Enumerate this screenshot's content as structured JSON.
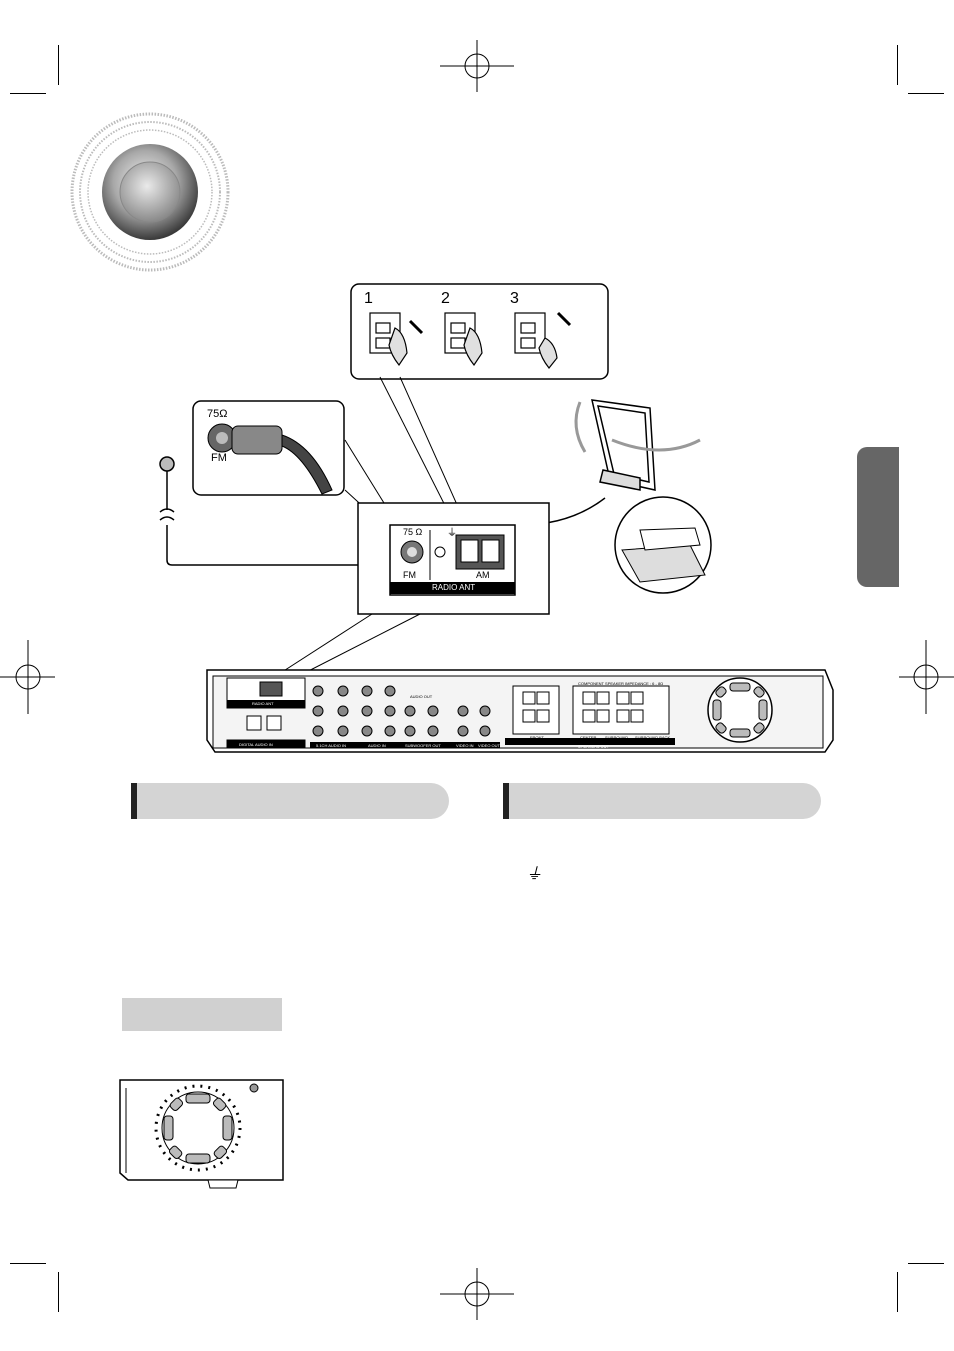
{
  "steps": [
    "1",
    "2",
    "3"
  ],
  "fm_callout": {
    "impedance": "75Ω",
    "label": "FM"
  },
  "antenna_panel": {
    "impedance": "75 Ω",
    "fm": "FM",
    "am": "AM",
    "section": "RADIO ANT"
  },
  "rear_panel": {
    "radio_ant": "RADIO ANT",
    "digital_audio_in": "DIGITAL AUDIO IN",
    "ch_audio_in": "5.1CH AUDIO IN",
    "audio_in": "AUDIO IN",
    "audio_out": "AUDIO OUT",
    "subwoofer_out": "SUBWOOFER OUT",
    "video_in": "VIDEO IN",
    "video_out": "VIDEO OUT",
    "component": "COMPONENT SPEAKER IMPEDANCE : 6 - 8Ω",
    "front": "FRONT",
    "center": "CENTER",
    "surround": "SURROUND",
    "surround_back": "SURROUND BACK",
    "speakers_out": "SPEAKERS OUT"
  },
  "ground_symbol": "⏚"
}
